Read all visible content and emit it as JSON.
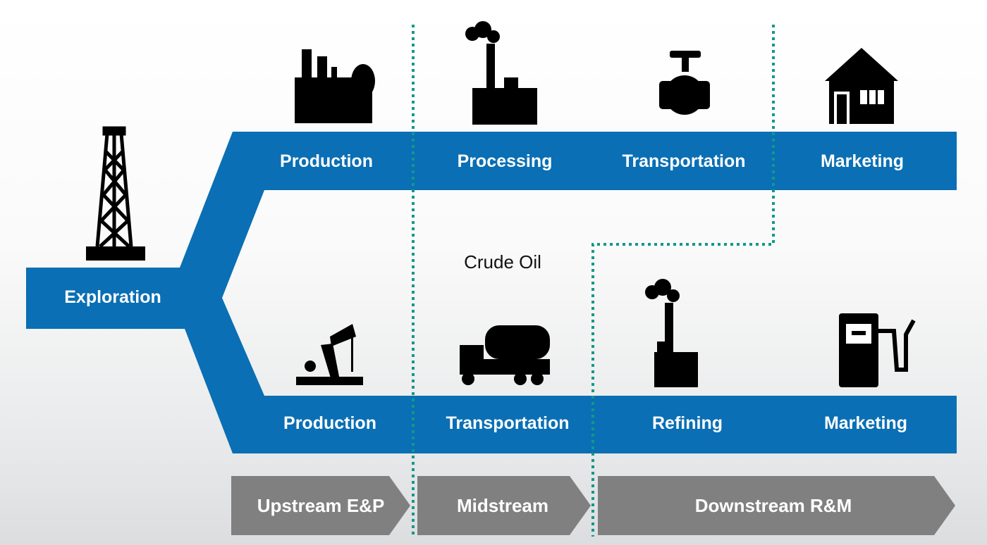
{
  "colors": {
    "flow": "#0a6fb4",
    "stage": "#808080",
    "divider": "#14988a",
    "icon": "#000000"
  },
  "exploration": {
    "label": "Exploration",
    "icon": "oil-derrick-icon"
  },
  "gas_chain": [
    {
      "label": "Production",
      "icon": "gas-plant-icon"
    },
    {
      "label": "Processing",
      "icon": "processing-plant-icon"
    },
    {
      "label": "Transportation",
      "icon": "pipeline-valve-icon"
    },
    {
      "label": "Marketing",
      "icon": "house-icon"
    }
  ],
  "oil_chain": [
    {
      "label": "Production",
      "icon": "pumpjack-icon"
    },
    {
      "label": "Transportation",
      "icon": "tanker-truck-icon"
    },
    {
      "label": "Refining",
      "icon": "refinery-icon"
    },
    {
      "label": "Marketing",
      "icon": "fuel-pump-icon"
    }
  ],
  "crude_oil_label": "Crude Oil",
  "stages": [
    "Upstream E&P",
    "Midstream",
    "Downstream R&M"
  ]
}
